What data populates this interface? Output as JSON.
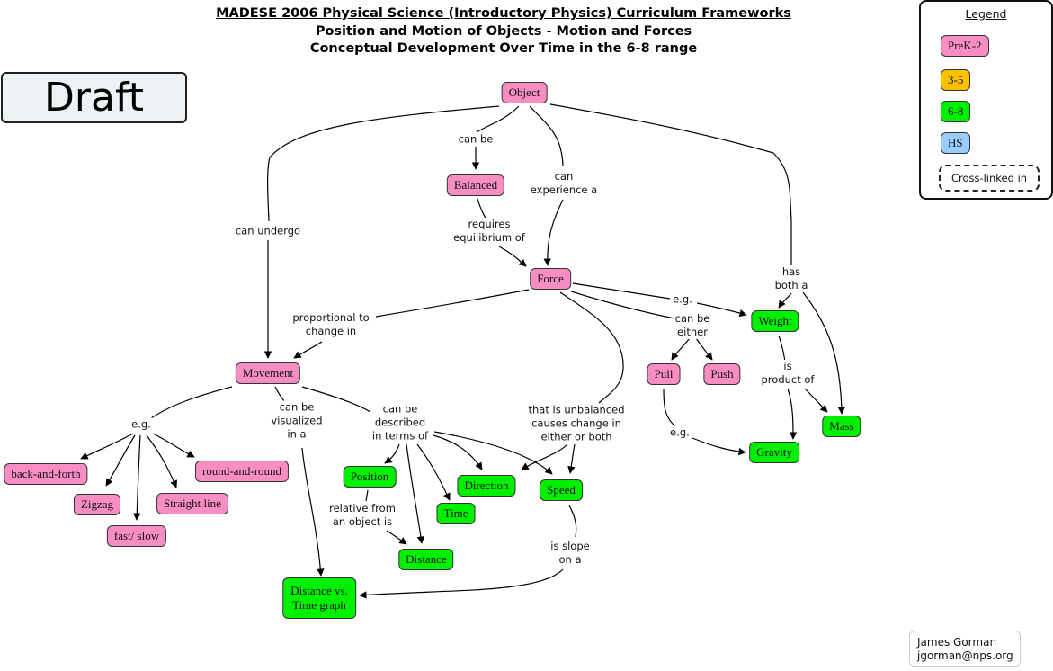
{
  "header": {
    "title_line1": "MADESE 2006 Physical Science (Introductory Physics) Curriculum Frameworks",
    "title_line2": "Position and Motion of Objects - Motion and Forces",
    "title_line3": "Conceptual Development Over Time in the 6-8 range"
  },
  "draft_label": "Draft",
  "colors": {
    "prek2": "#f78dc3",
    "grades35": "#ffc000",
    "grades68": "#00f000",
    "hs": "#99ccff",
    "line": "#000000"
  },
  "legend": {
    "title": "Legend",
    "items": [
      {
        "label": "PreK-2",
        "level": "prek2"
      },
      {
        "label": "3-5",
        "level": "grades35"
      },
      {
        "label": "6-8",
        "level": "grades68"
      },
      {
        "label": "HS",
        "level": "hs"
      }
    ],
    "cross_linked_label": "Cross-linked in"
  },
  "concepts": {
    "object": {
      "label": "Object",
      "level": "prek2"
    },
    "balanced": {
      "label": "Balanced",
      "level": "prek2"
    },
    "force": {
      "label": "Force",
      "level": "prek2"
    },
    "movement": {
      "label": "Movement",
      "level": "prek2"
    },
    "weight": {
      "label": "Weight",
      "level": "grades68"
    },
    "pull": {
      "label": "Pull",
      "level": "prek2"
    },
    "push": {
      "label": "Push",
      "level": "prek2"
    },
    "mass": {
      "label": "Mass",
      "level": "grades68"
    },
    "gravity": {
      "label": "Gravity",
      "level": "grades68"
    },
    "back_and_forth": {
      "label": "back-and-forth",
      "level": "prek2"
    },
    "zigzag": {
      "label": "Zigzag",
      "level": "prek2"
    },
    "fast_slow": {
      "label": "fast/ slow",
      "level": "prek2"
    },
    "straight_line": {
      "label": "Straight line",
      "level": "prek2"
    },
    "round_and_round": {
      "label": "round-and-round",
      "level": "prek2"
    },
    "position": {
      "label": "Position",
      "level": "grades68"
    },
    "direction": {
      "label": "Direction",
      "level": "grades68"
    },
    "time": {
      "label": "Time",
      "level": "grades68"
    },
    "speed": {
      "label": "Speed",
      "level": "grades68"
    },
    "distance": {
      "label": "Distance",
      "level": "grades68"
    },
    "dvt_graph": {
      "label": "Distance vs.\nTime graph",
      "level": "grades68"
    }
  },
  "linking_phrases": {
    "can_be_1": "can be",
    "can_experience_a": "can\nexperience a",
    "can_undergo": "can undergo",
    "requires_equilibrium": "requires\nequilibrium of",
    "has_both_a": "has\nboth a",
    "proportional_to": "proportional to\nchange in",
    "eg_weight": "e.g.",
    "can_be_either": "can be\neither",
    "is_product_of": "is\nproduct of",
    "eg_movement": "e.g.",
    "can_be_visualized": "can be\nvisualized\nin a",
    "can_be_described": "can be\ndescribed\nin terms of",
    "that_is_unbalanced": "that is unbalanced\ncauses change in\neither or both",
    "eg_gravity": "e.g.",
    "relative_from": "relative from\nan object is",
    "is_slope_on_a": "is slope\non a"
  },
  "author": {
    "name": "James Gorman",
    "email": "jgorman@nps.org"
  }
}
